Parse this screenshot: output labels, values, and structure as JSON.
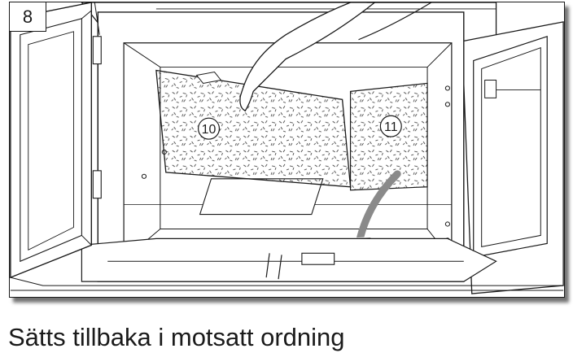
{
  "figure": {
    "step_number": "8",
    "part_labels": {
      "left_panel": "10",
      "right_panel": "11"
    },
    "arrow_color": "#8a8a8a"
  },
  "caption": "Sätts tillbaka i motsatt ordning"
}
